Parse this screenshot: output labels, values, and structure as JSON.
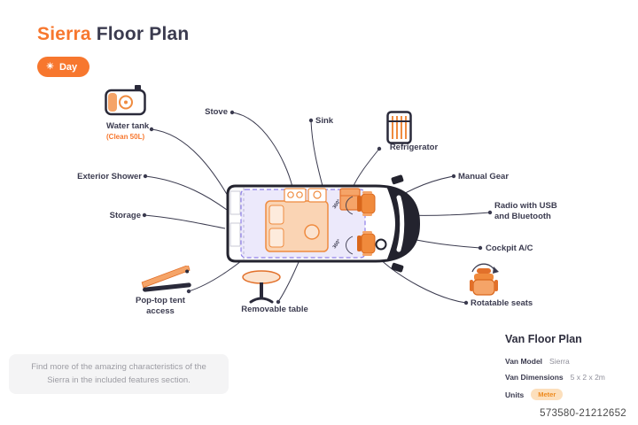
{
  "header": {
    "title_accent": "Sierra",
    "title_rest": "Floor Plan",
    "mode_label": "Day",
    "mode_icon": "☀"
  },
  "labels": {
    "water_tank": "Water tank",
    "water_tank_sub": "(Clean 50L)",
    "stove": "Stove",
    "sink": "Sink",
    "refrigerator": "Refrigerator",
    "exterior_shower": "Exterior Shower",
    "storage": "Storage",
    "manual_gear": "Manual Gear",
    "radio": "Radio with USB and Bluetooth",
    "cockpit_ac": "Cockpit A/C",
    "pop_top": "Pop-top tent access",
    "removable_table": "Removable table",
    "rotatable_seats": "Rotatable seats"
  },
  "van": {
    "seat_rotation": "360°"
  },
  "note": "Find more of the amazing characteristics of the Sierra in the included features section.",
  "info_panel": {
    "title": "Van Floor Plan",
    "rows": [
      {
        "label": "Van Model",
        "value": "Sierra"
      },
      {
        "label": "Van Dimensions",
        "value": "5 x 2 x 2m"
      },
      {
        "label": "Units",
        "value": "Meter"
      }
    ]
  },
  "watermark": "573580-21212652",
  "colors": {
    "accent": "#F7772E",
    "dark": "#3B3B4F",
    "badge_bg": "#FCDFBC",
    "lavender": "#8E7FE8"
  }
}
